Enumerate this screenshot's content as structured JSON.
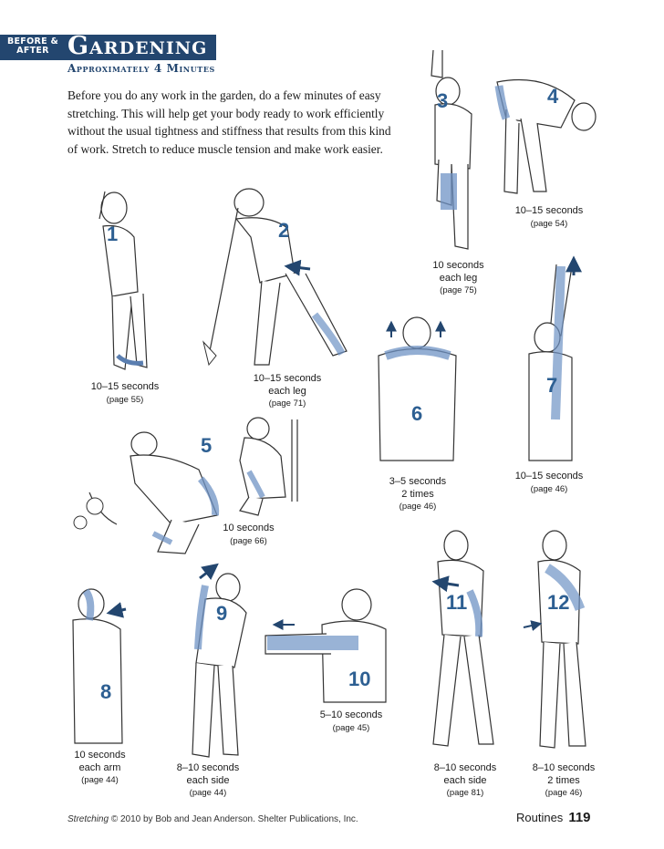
{
  "header": {
    "before_after_line1": "BEFORE &",
    "before_after_line2": "AFTER",
    "title": "Gardening",
    "subtitle": "Approximately 4 Minutes"
  },
  "intro": "Before you do any work in the garden, do a few minutes of easy stretching. This will help get your body ready to work efficiently without the usual tightness and stiffness that results from this kind of work. Stretch to reduce muscle tension and make work easier.",
  "stretches": [
    {
      "number": "1",
      "duration": "10–15 seconds",
      "detail": "",
      "page": "(page 55)"
    },
    {
      "number": "2",
      "duration": "10–15 seconds",
      "detail": "each leg",
      "page": "(page 71)"
    },
    {
      "number": "3",
      "duration": "10 seconds",
      "detail": "each leg",
      "page": "(page 75)"
    },
    {
      "number": "4",
      "duration": "10–15 seconds",
      "detail": "",
      "page": "(page 54)"
    },
    {
      "number": "5",
      "duration": "10 seconds",
      "detail": "",
      "page": "(page 66)"
    },
    {
      "number": "6",
      "duration": "3–5 seconds",
      "detail": "2 times",
      "page": "(page 46)"
    },
    {
      "number": "7",
      "duration": "10–15 seconds",
      "detail": "",
      "page": "(page 46)"
    },
    {
      "number": "8",
      "duration": "10 seconds",
      "detail": "each arm",
      "page": "(page 44)"
    },
    {
      "number": "9",
      "duration": "8–10 seconds",
      "detail": "each side",
      "page": "(page 44)"
    },
    {
      "number": "10",
      "duration": "5–10 seconds",
      "detail": "",
      "page": "(page 45)"
    },
    {
      "number": "11",
      "duration": "8–10 seconds",
      "detail": "each side",
      "page": "(page 81)"
    },
    {
      "number": "12",
      "duration": "8–10 seconds",
      "detail": "2 times",
      "page": "(page 46)"
    }
  ],
  "footer": {
    "book_title": "Stretching",
    "copyright": "© 2010 by Bob and Jean Anderson. Shelter Publications, Inc.",
    "section": "Routines",
    "page_number": "119"
  },
  "colors": {
    "navy": "#23466f",
    "accent_blue": "#2d5f92",
    "highlight_blue": "#8fadd4"
  },
  "icons": [
    "stretch-figure-illustration",
    "arrow-icon"
  ]
}
